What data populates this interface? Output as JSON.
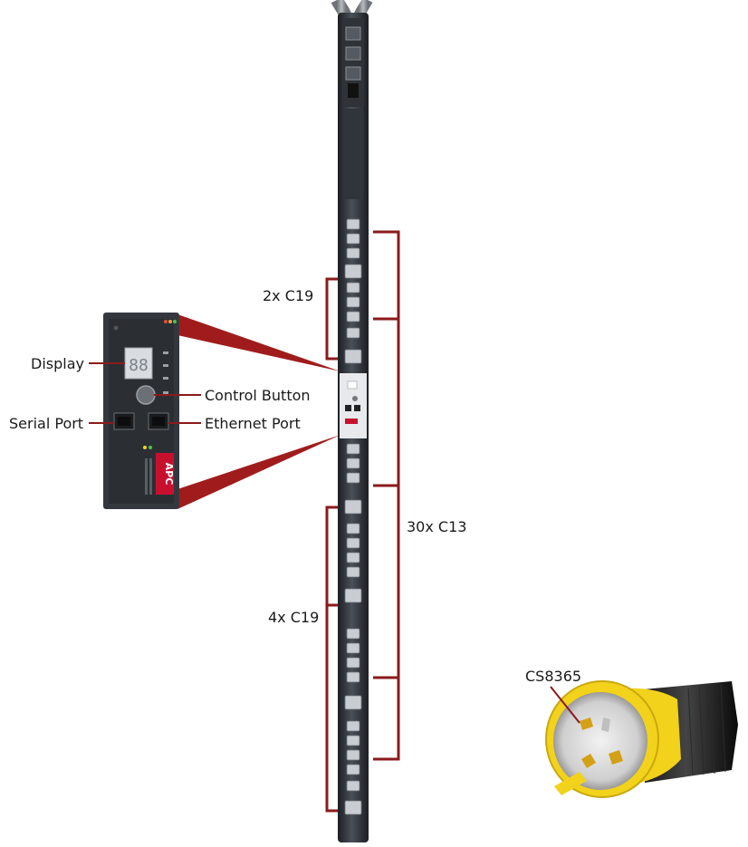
{
  "labels": {
    "display": "Display",
    "control_button": "Control Button",
    "serial_port": "Serial Port",
    "ethernet_port": "Ethernet Port",
    "c19_top": "2x C19",
    "c13_total": "30x C13",
    "c19_bottom": "4x C19",
    "plug": "CS8365"
  },
  "brand": {
    "logo_text": "APC"
  },
  "display_readout": "88",
  "colors": {
    "bracket": "#8b1a1a",
    "pdu_body": "#2a2e33",
    "pdu_face": "#3b4047",
    "plug_yellow": "#f2d21b",
    "callout_wedge": "#a01c1c",
    "apc_red": "#c8102e"
  },
  "outlets": {
    "c13_count": 30,
    "c19_count": 6
  }
}
